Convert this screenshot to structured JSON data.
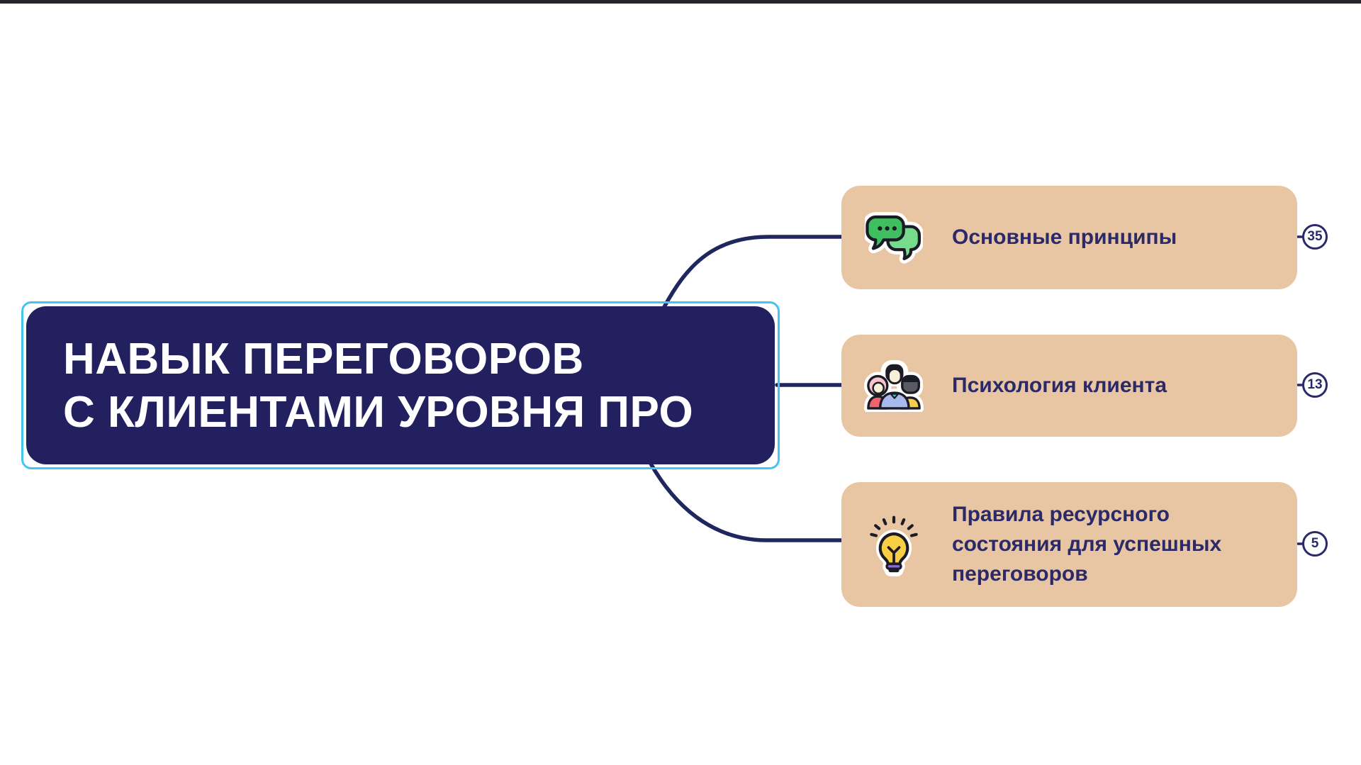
{
  "main_topic": {
    "title": "НАВЫК ПЕРЕГОВОРОВ\nС КЛИЕНТАМИ УРОВНЯ ПРО",
    "selected": true
  },
  "branches": [
    {
      "label": "Основные принципы",
      "icon": "chat-bubbles-icon",
      "count": "35"
    },
    {
      "label": "Психология клиента",
      "icon": "people-group-icon",
      "count": "13"
    },
    {
      "label": "Правила ресурсного\nсостояния для успешных\nпереговоров",
      "icon": "lightbulb-icon",
      "count": "5"
    }
  ],
  "colors": {
    "canvas_bg": "#ffffff",
    "main_node_bg": "#232060",
    "main_node_text": "#ffffff",
    "selection_outline": "#45c3f2",
    "branch_node_bg": "#e9c6a3",
    "branch_text": "#2b2968",
    "connector": "#20265e",
    "badge_bg": "#ffffff",
    "badge_border": "#2b2968",
    "icon_green": "#3fbf5f",
    "icon_green_light": "#76db8b",
    "icon_yellow": "#f8ce44",
    "icon_purple": "#8a63e8",
    "icon_red": "#ee646d",
    "icon_blue": "#a8b9ee",
    "icon_pink": "#f7c3cb"
  }
}
